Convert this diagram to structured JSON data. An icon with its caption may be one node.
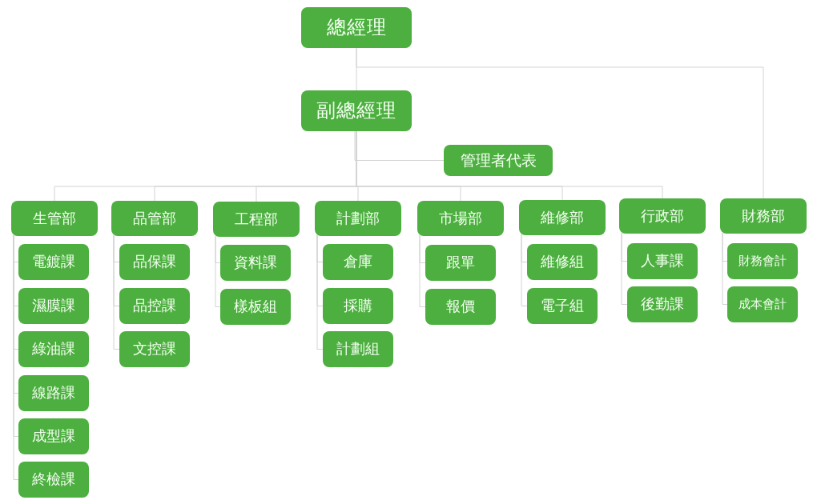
{
  "diagram": {
    "nodes": [
      {
        "text": [
          "總經理"
        ]
      },
      {
        "text": [
          "副總經理"
        ]
      },
      {
        "text": [
          "管理者代表"
        ]
      },
      {
        "text": [
          "生管部"
        ]
      },
      {
        "text": [
          "品管部"
        ]
      },
      {
        "text": [
          "工程部"
        ]
      },
      {
        "text": [
          "計劃部"
        ]
      },
      {
        "text": [
          "市場部"
        ]
      },
      {
        "text": [
          "維修部"
        ]
      },
      {
        "text": [
          "行政部"
        ]
      },
      {
        "text": [
          "財務部"
        ]
      },
      {
        "text": [
          "電鍍課"
        ]
      },
      {
        "text": [
          "濕膜課"
        ]
      },
      {
        "text": [
          "綠油課"
        ]
      },
      {
        "text": [
          "線路課"
        ]
      },
      {
        "text": [
          "成型課"
        ]
      },
      {
        "text": [
          "終檢課"
        ]
      },
      {
        "text": [
          "品保課"
        ]
      },
      {
        "text": [
          "品控課"
        ]
      },
      {
        "text": [
          "文控課"
        ]
      },
      {
        "text": [
          "資料課"
        ]
      },
      {
        "text": [
          "樣板組"
        ]
      },
      {
        "text": [
          "倉庫"
        ]
      },
      {
        "text": [
          "採購"
        ]
      },
      {
        "text": [
          "計劃組"
        ]
      },
      {
        "text": [
          "跟單"
        ]
      },
      {
        "text": [
          "報價"
        ]
      },
      {
        "text": [
          "維修組"
        ]
      },
      {
        "text": [
          "電子組"
        ]
      },
      {
        "text": [
          "人事課"
        ]
      },
      {
        "text": [
          "後勤課"
        ]
      },
      {
        "text": [
          "財務會計"
        ]
      },
      {
        "text": [
          "成本會計"
        ]
      }
    ],
    "edges": [
      {
        "from": 0,
        "to": 1,
        "arrow": "none"
      },
      {
        "from": 0,
        "to": 10,
        "arrow": "none"
      },
      {
        "from": 1,
        "to": 2,
        "arrow": "none"
      },
      {
        "from": 1,
        "to": 3,
        "arrow": "none"
      },
      {
        "from": 1,
        "to": 4,
        "arrow": "none"
      },
      {
        "from": 1,
        "to": 5,
        "arrow": "none"
      },
      {
        "from": 1,
        "to": 6,
        "arrow": "none"
      },
      {
        "from": 1,
        "to": 7,
        "arrow": "none"
      },
      {
        "from": 1,
        "to": 8,
        "arrow": "none"
      },
      {
        "from": 1,
        "to": 9,
        "arrow": "none"
      },
      {
        "from": 3,
        "to": 11,
        "arrow": "none"
      },
      {
        "from": 3,
        "to": 12,
        "arrow": "none"
      },
      {
        "from": 3,
        "to": 13,
        "arrow": "none"
      },
      {
        "from": 3,
        "to": 14,
        "arrow": "none"
      },
      {
        "from": 3,
        "to": 15,
        "arrow": "none"
      },
      {
        "from": 3,
        "to": 16,
        "arrow": "none"
      },
      {
        "from": 4,
        "to": 17,
        "arrow": "none"
      },
      {
        "from": 4,
        "to": 18,
        "arrow": "none"
      },
      {
        "from": 4,
        "to": 19,
        "arrow": "none"
      },
      {
        "from": 5,
        "to": 20,
        "arrow": "none"
      },
      {
        "from": 5,
        "to": 21,
        "arrow": "none"
      },
      {
        "from": 6,
        "to": 22,
        "arrow": "none"
      },
      {
        "from": 6,
        "to": 23,
        "arrow": "none"
      },
      {
        "from": 6,
        "to": 24,
        "arrow": "none"
      },
      {
        "from": 7,
        "to": 25,
        "arrow": "none"
      },
      {
        "from": 7,
        "to": 26,
        "arrow": "none"
      },
      {
        "from": 8,
        "to": 27,
        "arrow": "none"
      },
      {
        "from": 8,
        "to": 28,
        "arrow": "none"
      },
      {
        "from": 9,
        "to": 29,
        "arrow": "none"
      },
      {
        "from": 9,
        "to": 30,
        "arrow": "none"
      },
      {
        "from": 10,
        "to": 31,
        "arrow": "none"
      },
      {
        "from": 10,
        "to": 32,
        "arrow": "none"
      }
    ]
  }
}
